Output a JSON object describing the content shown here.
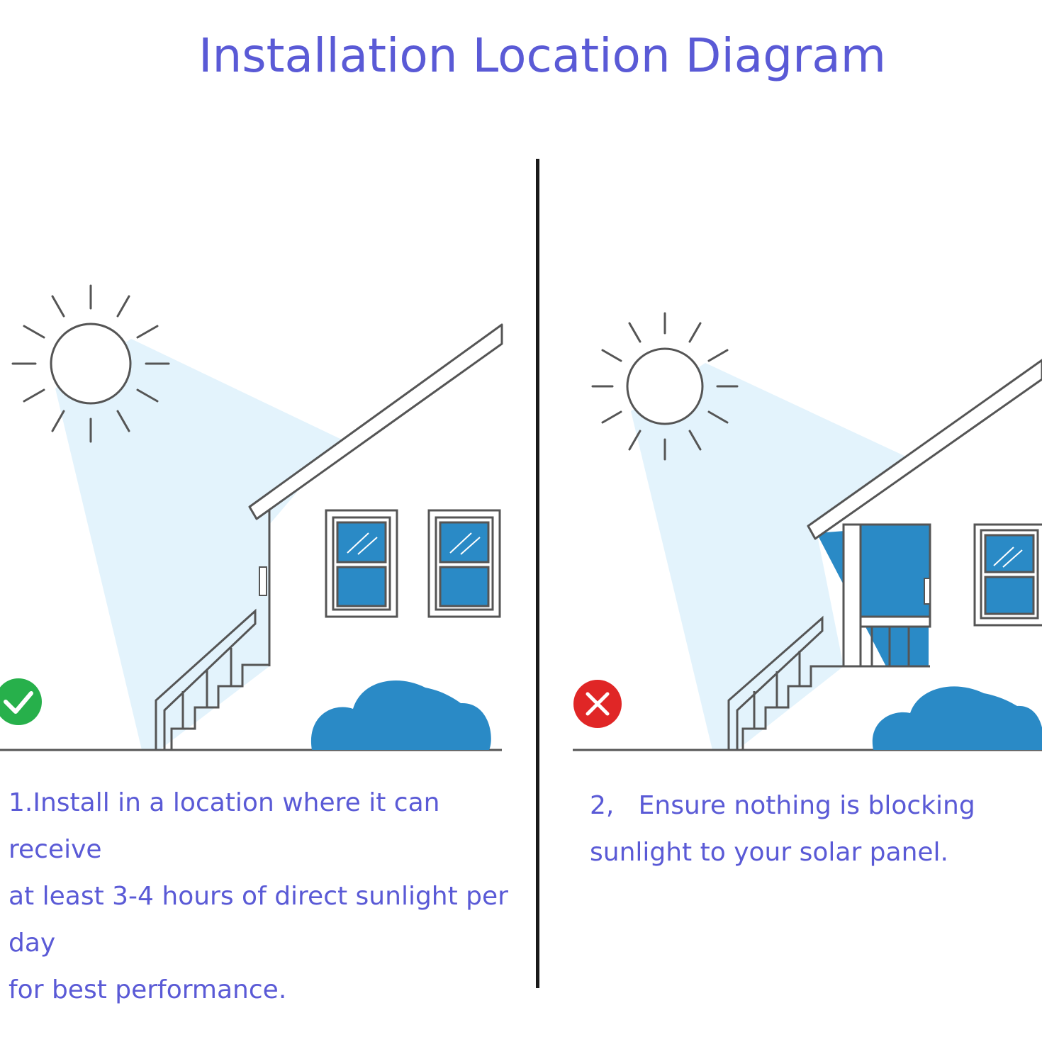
{
  "title": "Installation Location Diagram",
  "panels": [
    {
      "status": "correct",
      "status_icon": "check-circle-icon",
      "status_color": "#27b04b",
      "caption_lines": [
        "1.Install in a location where it can receive",
        "at least 3-4 hours of direct sunlight per day",
        "for best performance."
      ]
    },
    {
      "status": "incorrect",
      "status_icon": "x-circle-icon",
      "status_color": "#e02626",
      "caption_lines": [
        "2,   Ensure nothing is blocking",
        "sunlight to your solar panel."
      ]
    }
  ],
  "colors": {
    "title": "#5a5ad6",
    "caption": "#5a5ad6",
    "light_beam": "#e3f3fc",
    "window_glass": "#2a8ac6",
    "bush": "#2a8ac6",
    "line": "#555555"
  }
}
